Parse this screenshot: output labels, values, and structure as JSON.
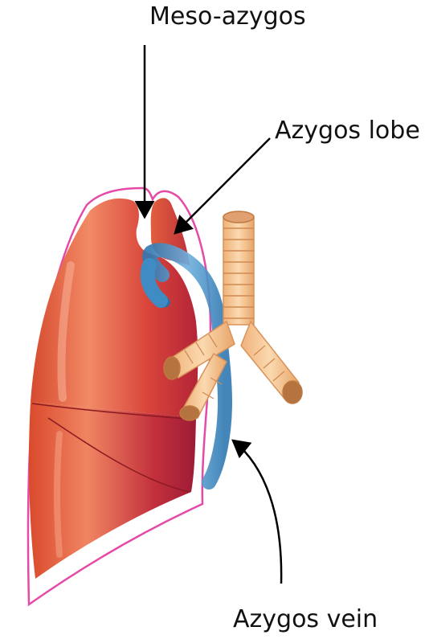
{
  "labels": {
    "meso_azygos": "Meso-azygos",
    "azygos_lobe": "Azygos lobe",
    "azygos_vein": "Azygos vein"
  },
  "colors": {
    "pleura_outline": "#e64aa7",
    "lung_light": "#f07a5e",
    "lung_mid": "#d9453a",
    "lung_dark": "#a51f38",
    "vein": "#3f8cc4",
    "trachea": "#f5c08a",
    "arrow": "#000000"
  }
}
